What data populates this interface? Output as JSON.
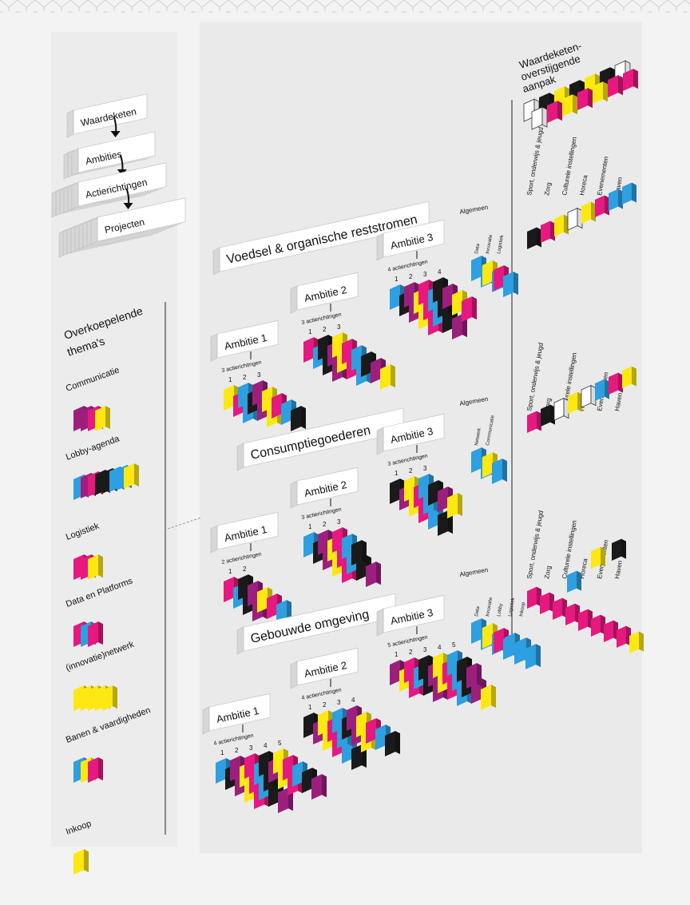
{
  "colors": {
    "cyan": "#2e9fe0",
    "magenta": "#e5197f",
    "yellow": "#fde812",
    "black": "#1a1a1a",
    "purple": "#9c1f7e",
    "white": "#ffffff"
  },
  "hierarchy": {
    "steps": [
      "Waardeketen",
      "Ambities",
      "Actierichtingen",
      "Projecten"
    ]
  },
  "themes": {
    "title": [
      "Overkoepelende",
      "thema's"
    ],
    "items": [
      {
        "label": "Communicatie",
        "colors": [
          "purple",
          "purple",
          "magenta",
          "yellow"
        ]
      },
      {
        "label": "Lobby-agenda",
        "colors": [
          "cyan",
          "purple",
          "magenta",
          "black",
          "black",
          "cyan",
          "cyan",
          "yellow"
        ]
      },
      {
        "label": "Logistiek",
        "colors": [
          "magenta",
          "magenta",
          "yellow"
        ]
      },
      {
        "label": "Data en Platforms",
        "colors": [
          "magenta",
          "cyan",
          "magenta"
        ]
      },
      {
        "label": "(innovatie)netwerk",
        "colors": [
          "yellow",
          "yellow",
          "yellow",
          "yellow",
          "yellow"
        ]
      },
      {
        "label": "Banen & vaardigheden",
        "colors": [
          "cyan",
          "yellow",
          "magenta"
        ]
      },
      {
        "label": "Inkoop",
        "colors": [
          "yellow"
        ]
      }
    ]
  },
  "overarching": {
    "title": [
      "Waardeketen-",
      "overstijgende",
      "aanpak"
    ],
    "categories": [
      "Sport, onderwijs & jeugd",
      "Zorg",
      "Culturele instellingen",
      "Horeca",
      "Evenementen",
      "Haven"
    ]
  },
  "chains": [
    {
      "title": "Voedsel & organische reststromen",
      "ambitions": [
        {
          "label": "Ambitie 1",
          "actions": "3 actierichtingen",
          "numbers": [
            "1",
            "2",
            "3"
          ]
        },
        {
          "label": "Ambitie 2",
          "actions": "3 actierichtingen",
          "numbers": [
            "1",
            "2",
            "3"
          ]
        },
        {
          "label": "Ambitie 3",
          "actions": "4 actierichtingen",
          "numbers": [
            "1",
            "2",
            "3",
            "4"
          ]
        }
      ],
      "general": {
        "label": "Algemeen",
        "items": [
          "Data",
          "Innovatie",
          "Logistiek"
        ]
      }
    },
    {
      "title": "Consumptiegoederen",
      "ambitions": [
        {
          "label": "Ambitie 1",
          "actions": "2 actierichtingen",
          "numbers": [
            "1",
            "2"
          ]
        },
        {
          "label": "Ambitie 2",
          "actions": "3 actierichtingen",
          "numbers": [
            "1",
            "2",
            "3"
          ]
        },
        {
          "label": "Ambitie 3",
          "actions": "3 actierichtingen",
          "numbers": [
            "1",
            "2",
            "3"
          ]
        }
      ],
      "general": {
        "label": "Algemeen",
        "items": [
          "Netwerk",
          "Communicatie"
        ]
      }
    },
    {
      "title": "Gebouwde omgeving",
      "ambitions": [
        {
          "label": "Ambitie 1",
          "actions": "4 actierichtingen",
          "numbers": [
            "1",
            "2",
            "3",
            "4",
            "5"
          ]
        },
        {
          "label": "Ambitie 2",
          "actions": "4 actierichtingen",
          "numbers": [
            "1",
            "2",
            "3",
            "4"
          ]
        },
        {
          "label": "Ambitie 3",
          "actions": "5 actierichtingen",
          "numbers": [
            "1",
            "2",
            "3",
            "4",
            "5"
          ]
        }
      ],
      "general": {
        "label": "Algemeen",
        "items": [
          "Data",
          "Innovatie",
          "Lobby",
          "Logistiek",
          "Inkoop"
        ]
      }
    }
  ]
}
